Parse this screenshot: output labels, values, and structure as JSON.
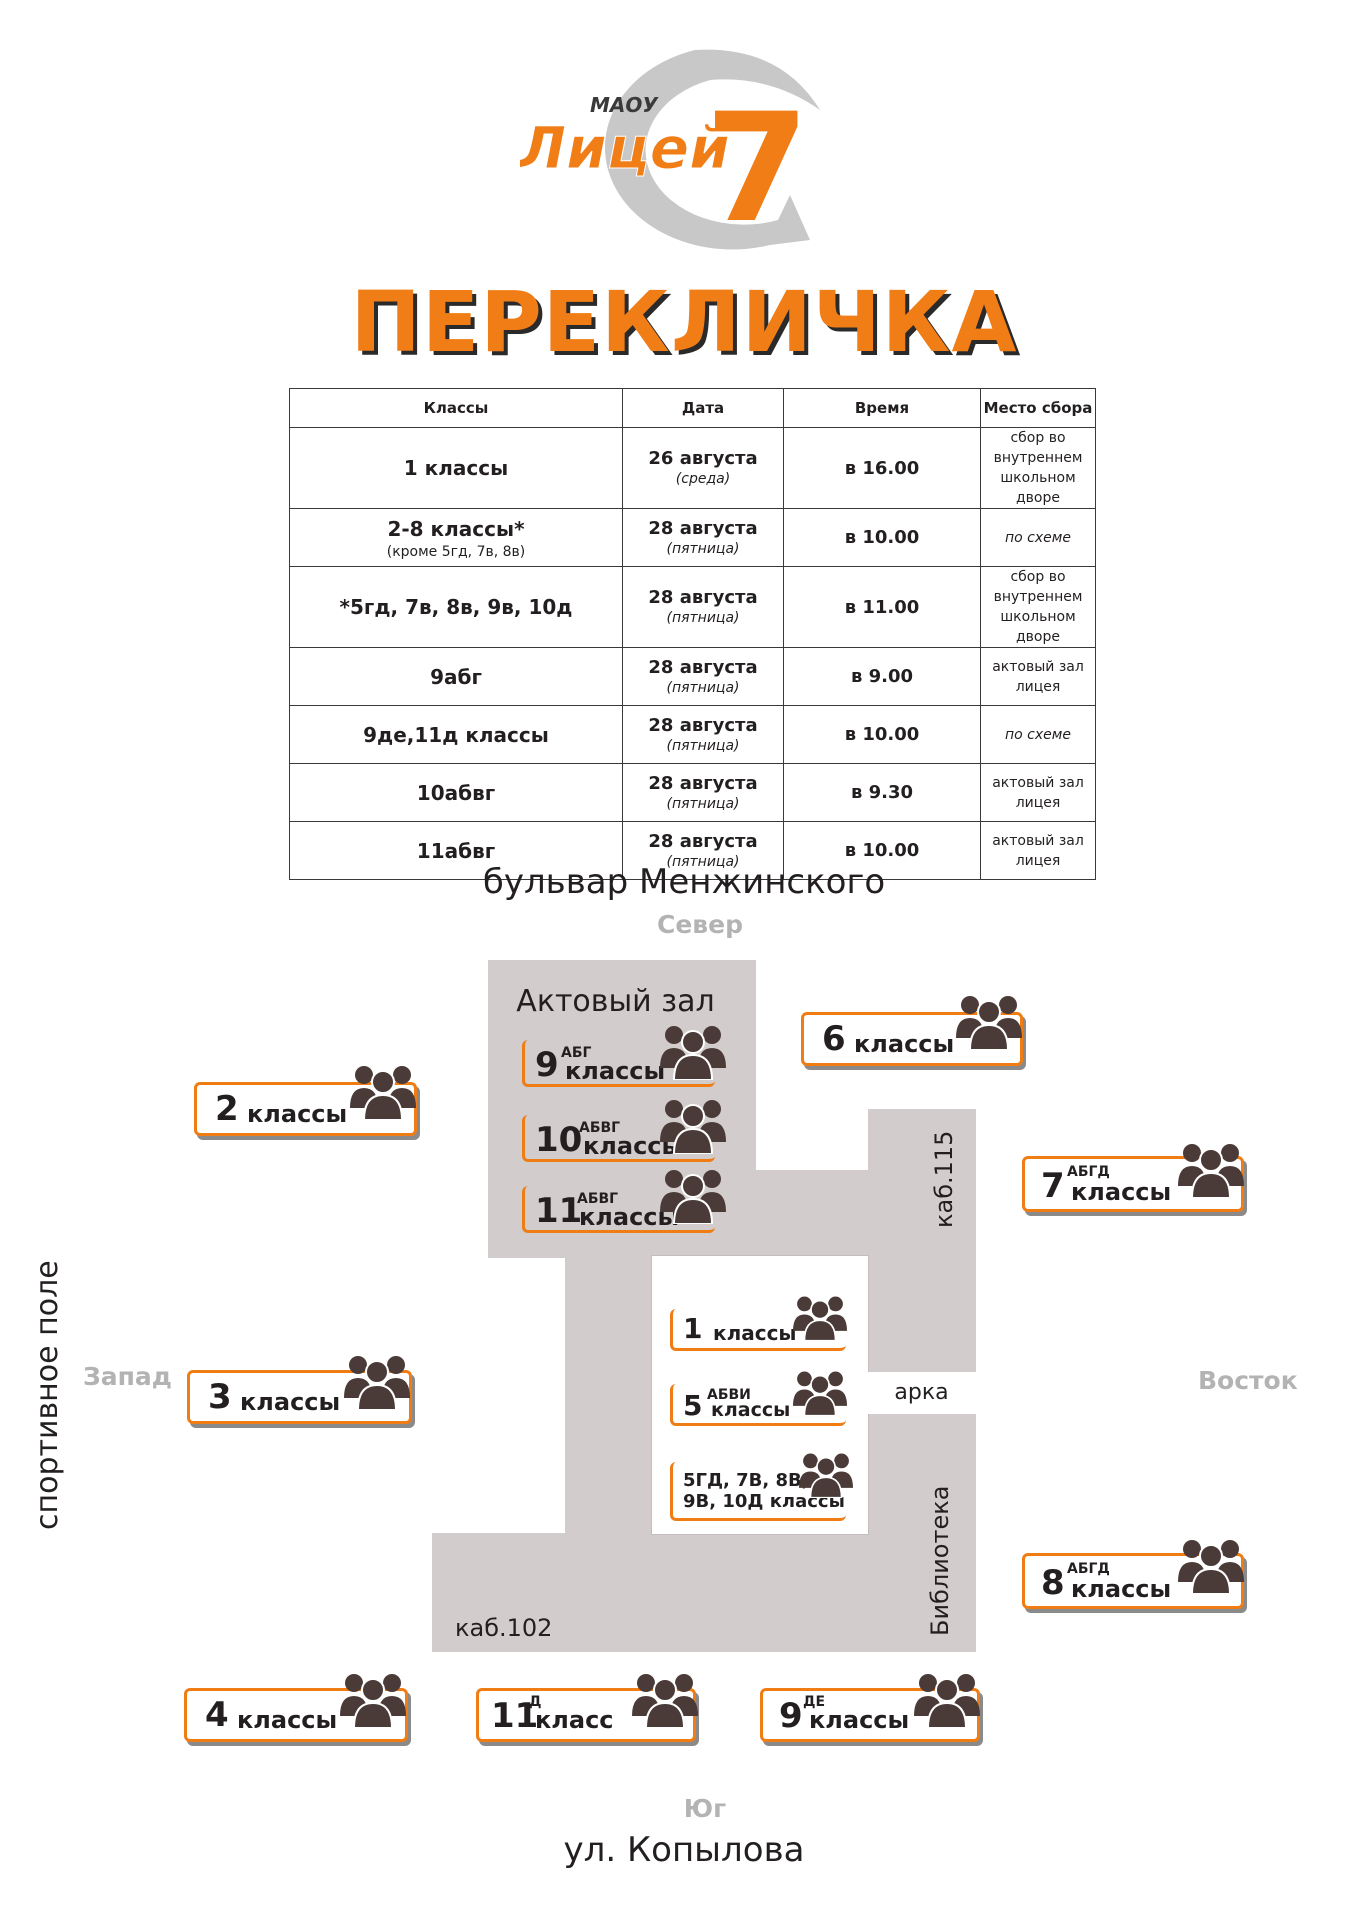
{
  "logo": {
    "prefix": "МАОУ",
    "name": "Лицей",
    "number": "7"
  },
  "title": "ПЕРЕКЛИЧКА",
  "table": {
    "headers": [
      "Классы",
      "Дата",
      "Время",
      "Место сбора"
    ],
    "rows": [
      {
        "classes": "1 классы",
        "note": "",
        "date": "26 августа",
        "day": "(среда)",
        "time": "в 16.00",
        "place": "сбор во внутреннем школьном дворе"
      },
      {
        "classes": "2-8 классы*",
        "note": "(кроме 5гд, 7в, 8в)",
        "date": "28 августа",
        "day": "(пятница)",
        "time": "в 10.00",
        "place": "по схеме"
      },
      {
        "classes": "*5гд, 7в, 8в, 9в, 10д",
        "note": "",
        "date": "28 августа",
        "day": "(пятница)",
        "time": "в 11.00",
        "place": "сбор во внутреннем школьном дворе"
      },
      {
        "classes": "9абг",
        "note": "",
        "date": "28 августа",
        "day": "(пятница)",
        "time": "в 9.00",
        "place": "актовый зал лицея"
      },
      {
        "classes": "9де,11д классы",
        "note": "",
        "date": "28 августа",
        "day": "(пятница)",
        "time": "в 10.00",
        "place": "по схеме"
      },
      {
        "classes": "10абвг",
        "note": "",
        "date": "28 августа",
        "day": "(пятница)",
        "time": "в 9.30",
        "place": "актовый зал лицея"
      },
      {
        "classes": "11абвг",
        "note": "",
        "date": "28 августа",
        "day": "(пятница)",
        "time": "в 10.00",
        "place": "актовый зал лицея"
      }
    ]
  },
  "map": {
    "north_street": "бульвар Менжинского",
    "south_street": "ул. Копылова",
    "north": "Север",
    "south": "Юг",
    "west": "Запад",
    "east": "Восток",
    "west_field": "спортивное поле",
    "assembly_hall": "Актовый зал",
    "room_115": "каб.115",
    "room_102": "каб.102",
    "arch": "арка",
    "library": "Библиотека"
  },
  "groups": {
    "g9abg": {
      "num": "9",
      "sup": "АБГ",
      "word": "классы"
    },
    "g10": {
      "num": "10",
      "sup": "АБВГ",
      "word": "классы"
    },
    "g11": {
      "num": "11",
      "sup": "АБВГ",
      "word": "классы"
    },
    "g1": {
      "num": "1",
      "word": "классы"
    },
    "g5": {
      "num": "5",
      "sup": "АБВИ",
      "word": "классы"
    },
    "gmix": {
      "line1": "5ГД, 7В, 8В,",
      "line2": "9В, 10Д классы"
    },
    "g2": {
      "num": "2",
      "word": "классы"
    },
    "g3": {
      "num": "3",
      "word": "классы"
    },
    "g4": {
      "num": "4",
      "word": "классы"
    },
    "g6": {
      "num": "6",
      "word": "классы"
    },
    "g7": {
      "num": "7",
      "sup": "АБГД",
      "word": "классы"
    },
    "g8": {
      "num": "8",
      "sup": "АБГД",
      "word": "классы"
    },
    "g11d": {
      "num": "11",
      "sup": "Д",
      "word": "класс"
    },
    "g9de": {
      "num": "9",
      "sup": "ДЕ",
      "word": "классы"
    }
  },
  "colors": {
    "accent": "#ef7d14",
    "building": "#d3cccc",
    "people_icon": "#4a3b38",
    "logo_gray": "#c8c8c8"
  },
  "icons": {
    "group": "people-group-icon"
  }
}
